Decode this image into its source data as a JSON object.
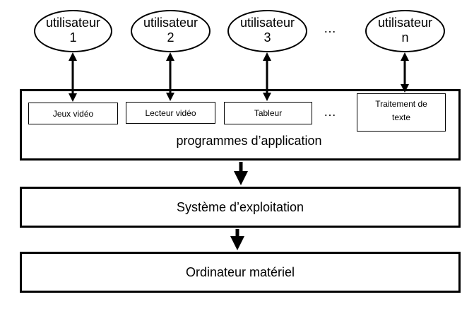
{
  "users": [
    {
      "name": "utilisateur",
      "number": "1"
    },
    {
      "name": "utilisateur",
      "number": "2"
    },
    {
      "name": "utilisateur",
      "number": "3"
    },
    {
      "name": "utilisateur",
      "number": "n"
    }
  ],
  "users_ellipsis": "…",
  "applications": {
    "items": [
      "Jeux vidéo",
      "Lecteur vidéo",
      "Tableur"
    ],
    "ellipsis": "…",
    "last_item": {
      "line1": "Traitement de",
      "line2": "texte"
    },
    "label": "programmes d’application"
  },
  "layers": {
    "os": "Système d’exploitation",
    "hardware": "Ordinateur matériel"
  }
}
